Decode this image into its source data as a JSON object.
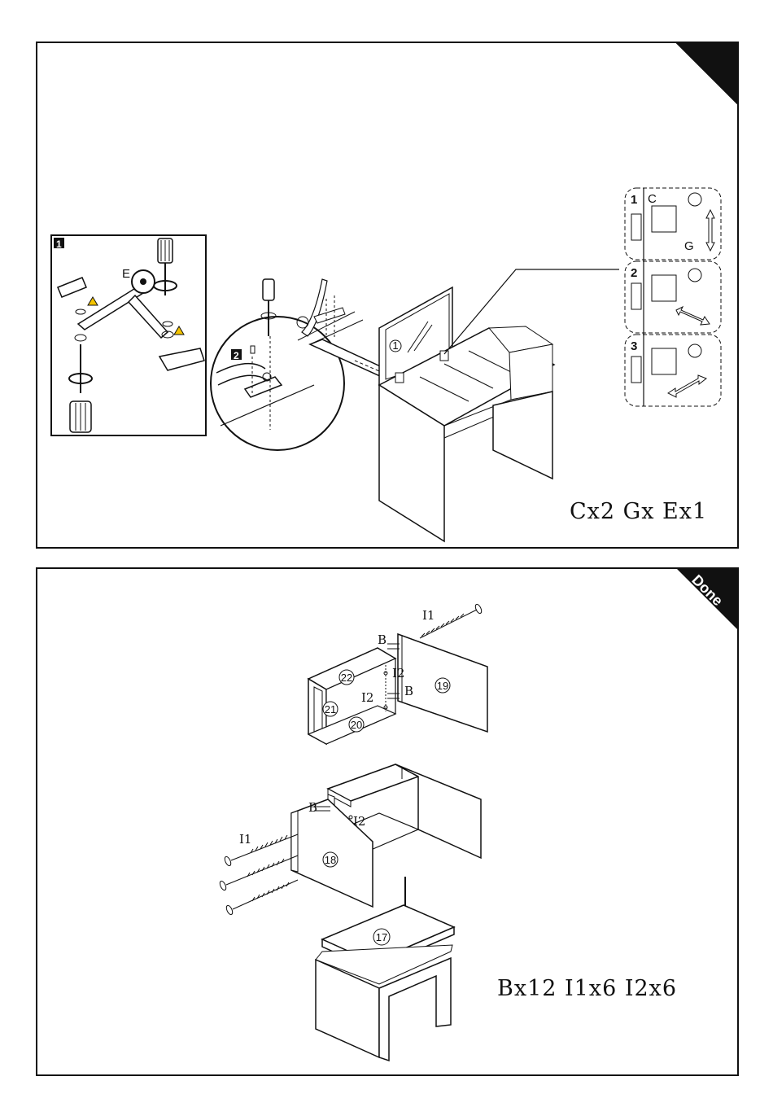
{
  "top_panel": {
    "parts_text": "Cx2 Gx    Ex1",
    "step_badges": [
      "1",
      "2"
    ],
    "label_e": "E",
    "callout": {
      "steps": [
        "1",
        "2",
        "3"
      ],
      "label_c": "C",
      "label_g": "G"
    },
    "part_number": "1"
  },
  "bottom_panel": {
    "corner_tag": "Done",
    "parts_text": "Bx12  I1x6  I2x6",
    "labels": {
      "i1_top": "I1",
      "b_top": "B",
      "i2_top": "I2",
      "i2_mid": "I2",
      "b_mid": "B",
      "b_left": "B",
      "i2_left": "I2",
      "i1_left": "I1"
    },
    "part_numbers": {
      "p22": "22",
      "p21": "21",
      "p20": "20",
      "p19": "19",
      "p18": "18",
      "p17": "17"
    }
  }
}
